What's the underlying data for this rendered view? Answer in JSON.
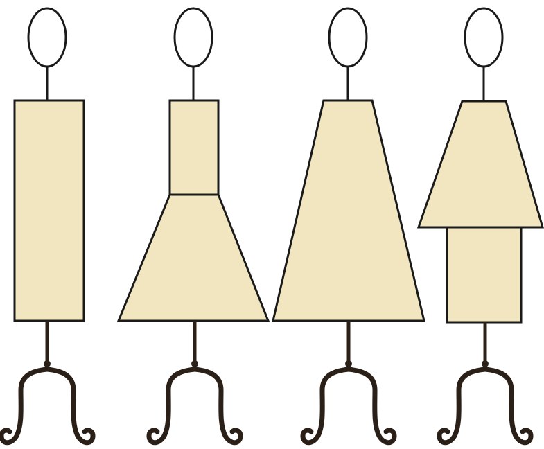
{
  "figures": [
    {
      "name": "rectangle-silhouette"
    },
    {
      "name": "a-line-silhouette"
    },
    {
      "name": "trapezoid-silhouette"
    },
    {
      "name": "inverted-triangle-silhouette"
    }
  ],
  "colors": {
    "fill": "#F1E6BF",
    "stroke": "#1A1A1A",
    "stand": "#2A2018",
    "head_fill": "#FFFFFF",
    "background": "#FFFFFF"
  }
}
